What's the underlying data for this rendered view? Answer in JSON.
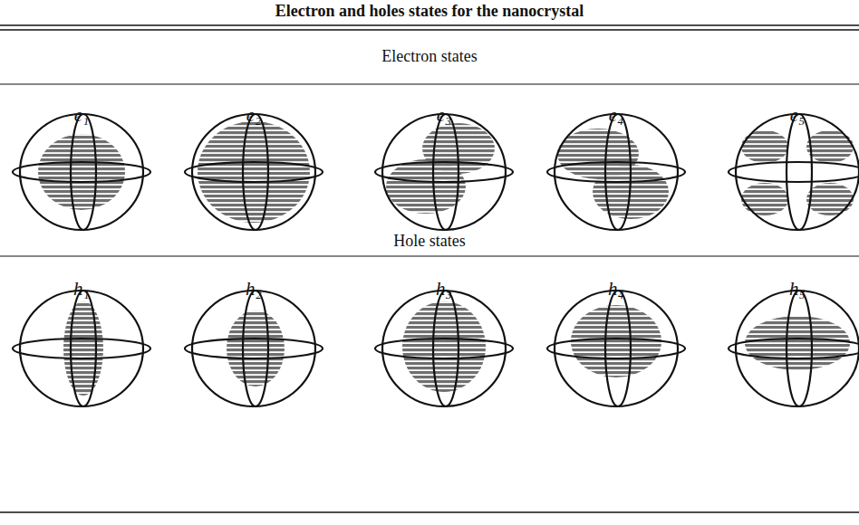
{
  "diagram": {
    "title": "Electron and holes states for the nanocrystal",
    "labels": [
      "Electron states",
      "e₁",
      "e₂",
      "e₃",
      "e₄",
      "e₅",
      "Hole states",
      "h₁",
      "h₂",
      "h₃",
      "h₄",
      "h₅"
    ]
  }
}
